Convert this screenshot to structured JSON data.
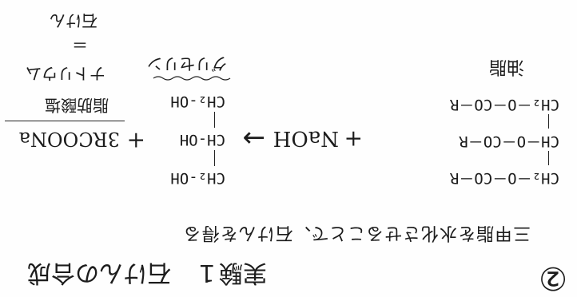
{
  "header": {
    "circled_number": "②",
    "experiment": "実験１　石けんの合成",
    "subtitle": "三甲脂を水化させることで、石けんを得る"
  },
  "reaction": {
    "ester": {
      "label": "油脂",
      "rows": [
        "CH₂－O－CO－R",
        "CH－O－CO－R",
        "CH₂－O－CO－R"
      ]
    },
    "plus1": "+",
    "reagent": "NaOH",
    "arrow": "→",
    "glycerol": {
      "label": "グリセリン",
      "rows": [
        "CH₂-OH",
        "CH-OH",
        "CH₂-OH"
      ]
    },
    "plus2": "+",
    "product": "3RCOONa",
    "product_label_1": "脂肪酸塩",
    "product_label_2": "ナトリウム",
    "equals": "＝",
    "product_label_3": "石けん"
  }
}
